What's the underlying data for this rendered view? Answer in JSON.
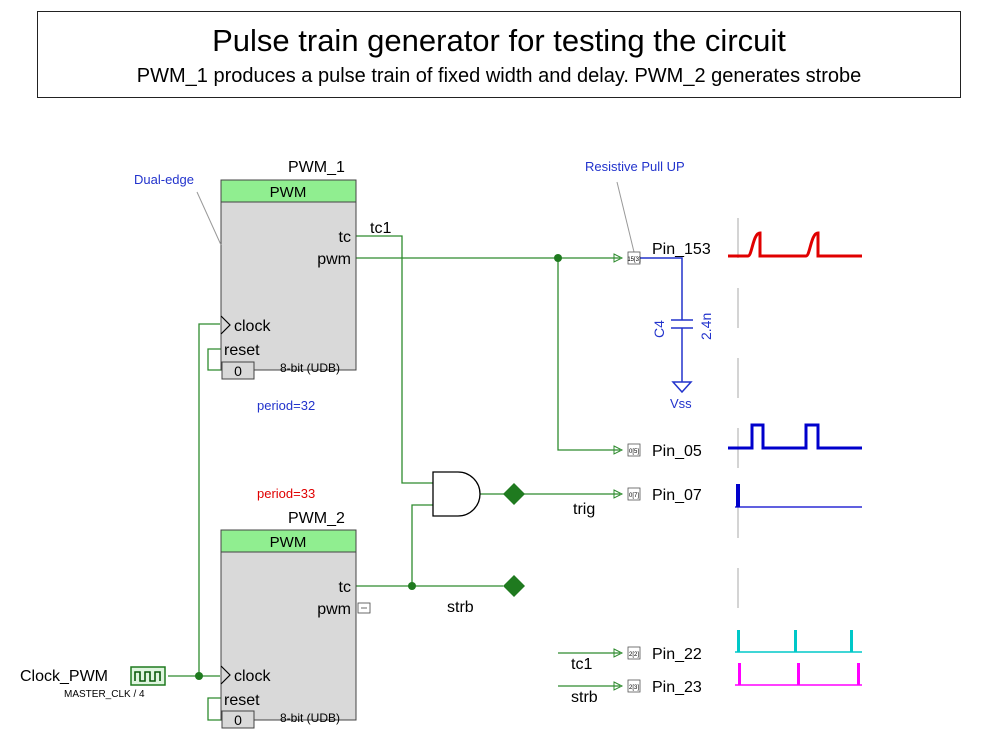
{
  "header": {
    "title": "Pulse train generator for testing the circuit",
    "subtitle": "PWM_1 produces a pulse train of fixed width and delay. PWM_2 generates strobe"
  },
  "pwm1": {
    "name": "PWM_1",
    "header": "PWM",
    "port_tc": "tc",
    "port_pwm": "pwm",
    "port_clock": "clock",
    "port_reset": "reset",
    "reset_value": "0",
    "resolution": "8-bit (UDB)",
    "annotation": "Dual-edge",
    "period": "period=32"
  },
  "pwm2": {
    "name": "PWM_2",
    "header": "PWM",
    "port_tc": "tc",
    "port_pwm": "pwm",
    "port_clock": "clock",
    "port_reset": "reset",
    "reset_value": "0",
    "resolution": "8-bit (UDB)",
    "period": "period=33"
  },
  "clock": {
    "name": "Clock_PWM",
    "source": "MASTER_CLK / 4"
  },
  "nets": {
    "tc1": "tc1",
    "trig": "trig",
    "strb": "strb",
    "tc1_in": "tc1",
    "strb_in": "strb"
  },
  "pullup": {
    "label": "Resistive Pull UP",
    "cap_name": "C4",
    "cap_value": "2.4n",
    "ground": "Vss"
  },
  "pins": [
    {
      "name": "Pin_153",
      "tag": "15[3]",
      "wave_color": "#e00000"
    },
    {
      "name": "Pin_05",
      "tag": "0[5]",
      "wave_color": "#0000cc"
    },
    {
      "name": "Pin_07",
      "tag": "0[7]",
      "wave_color": "#0000cc"
    },
    {
      "name": "Pin_22",
      "tag": "2[2]",
      "wave_color": "#00c8c8"
    },
    {
      "name": "Pin_23",
      "tag": "2[3]",
      "wave_color": "#ff00ff"
    }
  ],
  "colors": {
    "wire": "#2e8b2e",
    "block_fill": "#d9d9d9",
    "block_header": "#90ee90",
    "junction": "#1f7a1f",
    "port_diamond": "#1f7a1f",
    "annotation_blue": "#2233cc",
    "annotation_red": "#e00000"
  }
}
